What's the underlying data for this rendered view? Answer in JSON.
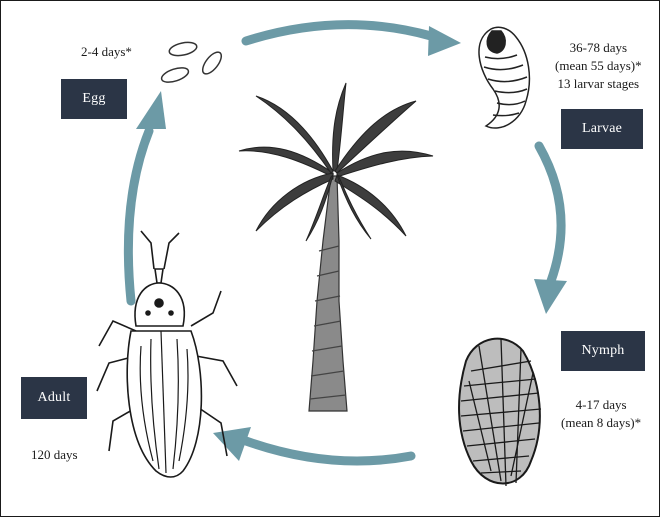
{
  "stages": {
    "egg": {
      "label": "Egg",
      "duration": "2-4 days*"
    },
    "larvae": {
      "label": "Larvae",
      "duration_line1": "36-78 days",
      "duration_line2": "(mean 55 days)*",
      "duration_line3": "13 larvar stages"
    },
    "nymph": {
      "label": "Nymph",
      "duration_line1": "4-17 days",
      "duration_line2": "(mean 8 days)*"
    },
    "adult": {
      "label": "Adult",
      "duration": "120 days"
    }
  },
  "colors": {
    "arrow": "#6c9aa6",
    "label_box": "#2b3546",
    "ink": "#1a1a1a"
  },
  "icons": [
    "eggs-drawing",
    "larva-drawing",
    "palm-tree-drawing",
    "cocoon-drawing",
    "weevil-drawing",
    "cycle-arrow"
  ]
}
